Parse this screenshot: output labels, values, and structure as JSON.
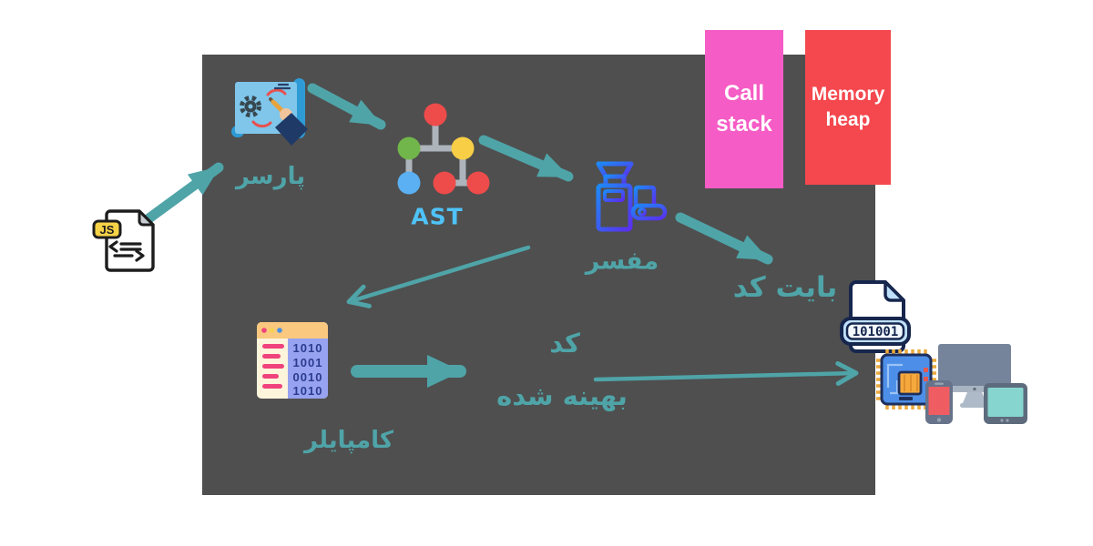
{
  "colors": {
    "panel": "#4F4F4F",
    "teal": "#4FA4A8",
    "pink": "#F55CC5",
    "red": "#F4484E",
    "ast_blue": "#4FC3F7"
  },
  "memory": {
    "call_stack_label": "Call stack",
    "memory_heap_label": "Memory heap"
  },
  "nodes": {
    "source_file": {
      "badge": "JS"
    },
    "parser": {
      "label": "پارسر"
    },
    "ast": {
      "label": "AST"
    },
    "interpreter": {
      "label": "مفسر"
    },
    "bytecode": {
      "label": "بایت کد"
    },
    "binary_file": {
      "code": "101001"
    },
    "compiler": {
      "label": "کامپایلر",
      "binary_rows": [
        "1010",
        "1001",
        "0010",
        "1010"
      ]
    },
    "optimized_code": {
      "line1": "کد",
      "line2": "بهینه شده"
    }
  }
}
